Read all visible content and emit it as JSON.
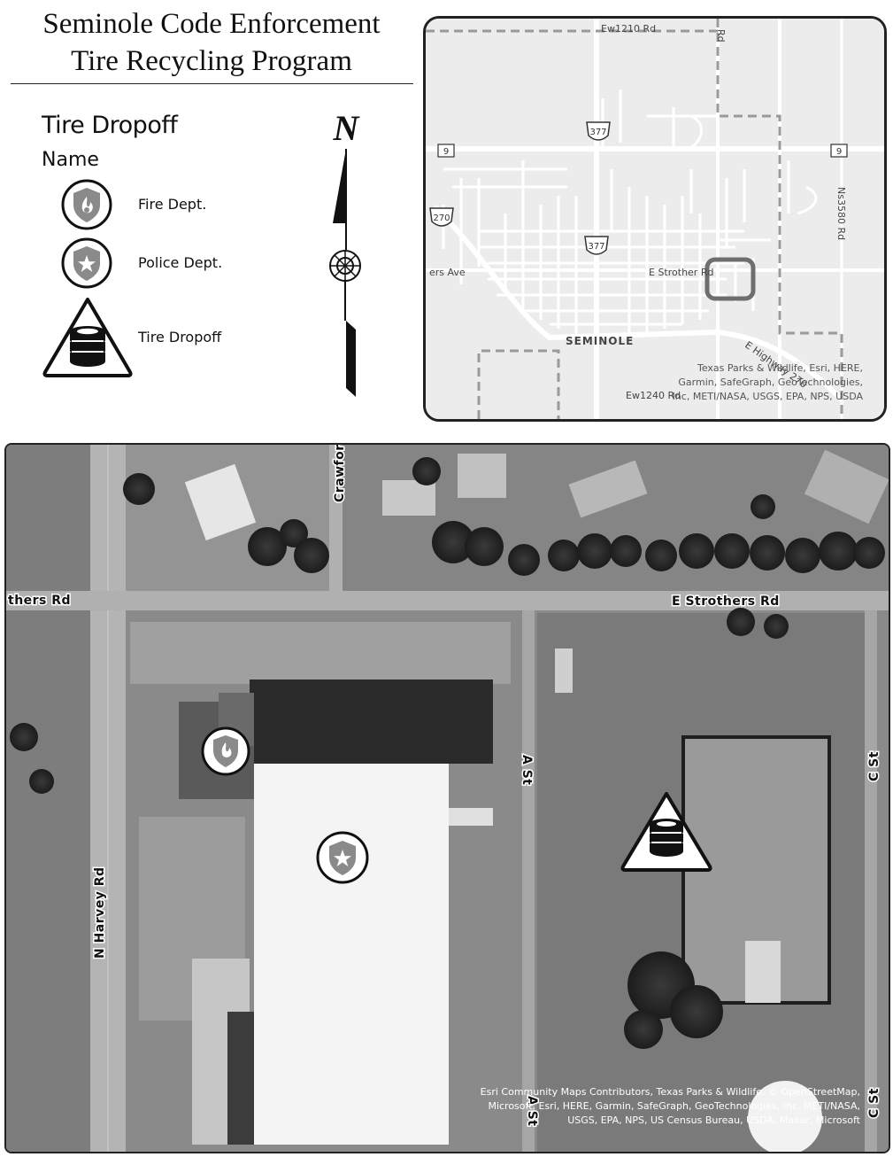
{
  "title": {
    "line1": "Seminole Code Enforcement",
    "line2": "Tire Recycling Program"
  },
  "legend": {
    "title": "Tire Dropoff",
    "subtitle": "Name",
    "items": [
      {
        "label": "Fire Dept.",
        "icon": "shield-flame-icon"
      },
      {
        "label": "Police Dept.",
        "icon": "shield-star-icon"
      },
      {
        "label": "Tire Dropoff",
        "icon": "tire-stack-triangle-icon"
      }
    ]
  },
  "north_arrow": {
    "letter": "N"
  },
  "inset_map": {
    "road_labels": {
      "ew1210": "Ew1210 Rd",
      "ew1240": "Ew1240 Rd",
      "strother": "E Strother Rd",
      "highway": "E Highway 270",
      "ns3580": "Ns3580 Rd",
      "ers_ave": "ers Ave",
      "town": "SEMINOLE",
      "rd_top": "Rd"
    },
    "shields": {
      "us377": "377",
      "sh9": "9",
      "us270": "270"
    },
    "attribution": [
      "Texas Parks & Wildlife, Esri, HERE,",
      "Garmin, SafeGraph, GeoTechnologies,",
      "Inc, METI/NASA, USGS, EPA, NPS, USDA"
    ]
  },
  "main_map": {
    "road_labels": {
      "strothers_left": "thers Rd",
      "strothers_main": "E Strothers Rd",
      "crawford": "Crawfor",
      "a_st": "A St",
      "a_st_bottom": "A St",
      "c_st": "C St",
      "c_st_bottom": "C St",
      "harvey": "N Harvey Rd"
    },
    "attribution": [
      "Esri Community Maps Contributors, Texas Parks & Wildlife, © OpenStreetMap,",
      "Microsoft, Esri, HERE, Garmin, SafeGraph, GeoTechnologies, Inc, METI/NASA,",
      "USGS, EPA, NPS, US Census Bureau, USDA, Maxar, Microsoft"
    ]
  },
  "colors": {
    "icon_gray": "#8a8a8a",
    "outline": "#111111",
    "highlight_box": "#6e6e6e"
  }
}
